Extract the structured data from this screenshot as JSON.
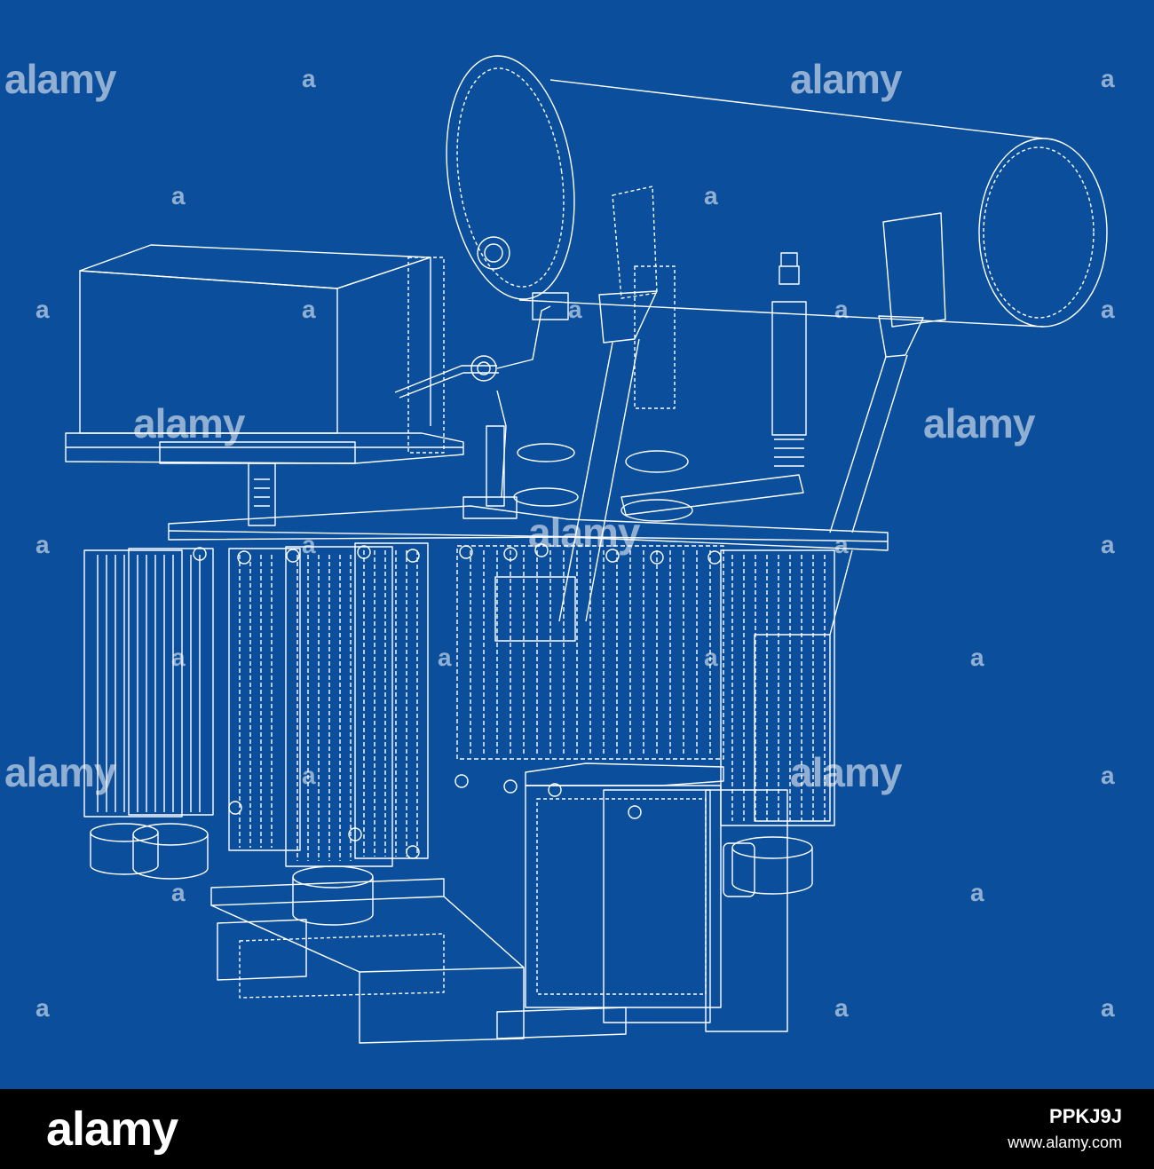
{
  "watermark": {
    "word": "alamy",
    "letter": "a"
  },
  "footer": {
    "logo": "alamy",
    "image_id": "PPKJ9J",
    "url": "www.alamy.com"
  },
  "colors": {
    "background": "#0b4f9c",
    "line": "#ffffff",
    "footer": "#000000"
  }
}
